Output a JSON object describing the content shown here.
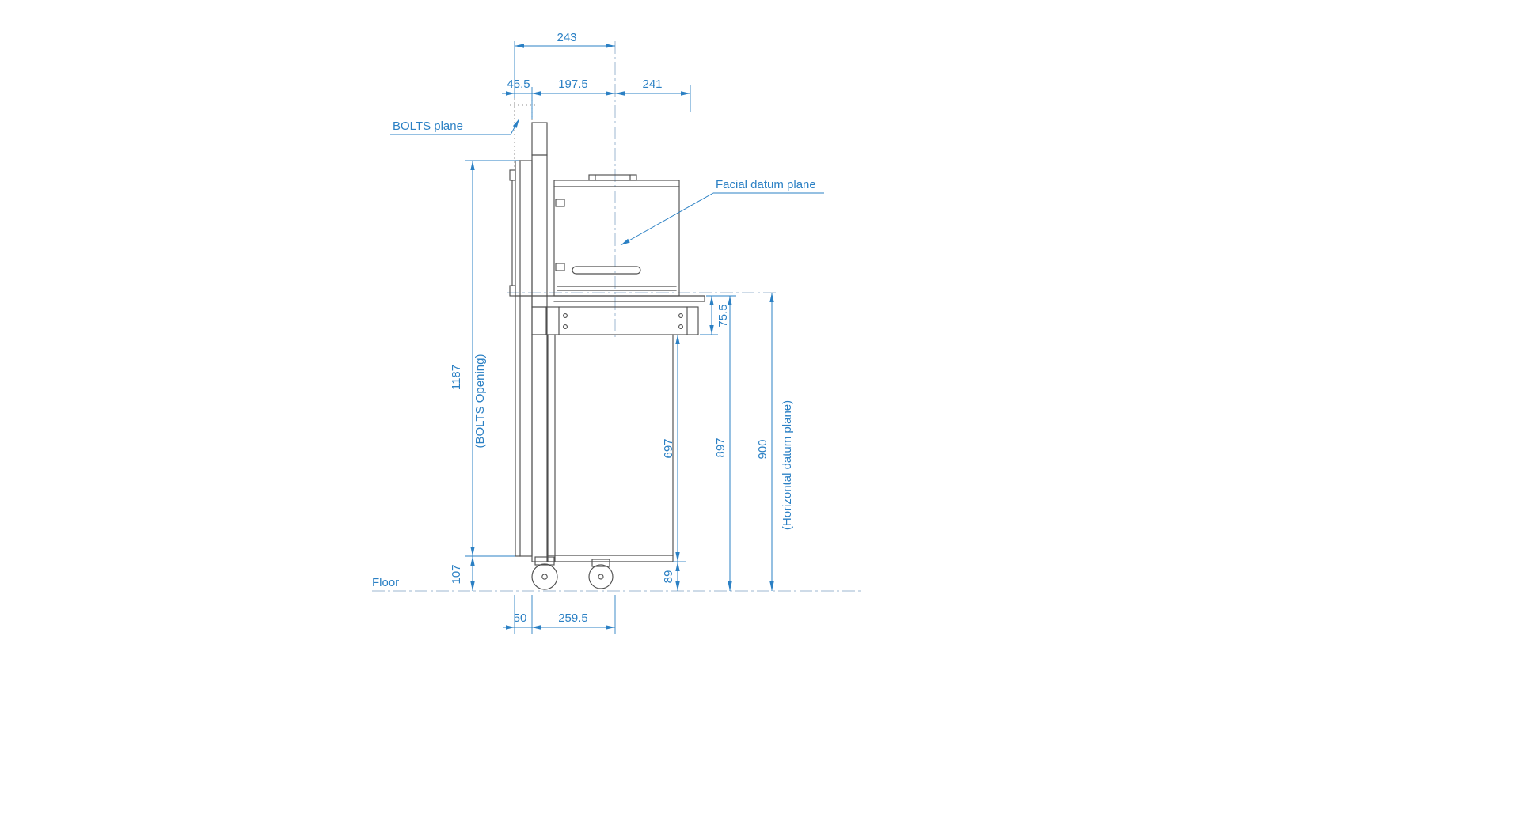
{
  "colors": {
    "dimension": "#2b80c4",
    "drawing": "#4f4f4f",
    "centerline": "#9db7d2",
    "dotted": "#8f8f8f",
    "background": "#ffffff"
  },
  "labels": {
    "bolts_plane": "BOLTS plane",
    "facial_datum_plane": "Facial datum plane",
    "floor": "Floor"
  },
  "dimensions": {
    "top_width": "243",
    "bolts_to_front": "45.5",
    "front_to_datum": "197.5",
    "datum_to_rear": "241",
    "bolts_opening_height": "1187",
    "bolts_opening_note": "(BOLTS Opening)",
    "panel_bottom_to_floor": "107",
    "shelf_thickness": "75.5",
    "cabinet_height": "697",
    "caster_height": "89",
    "shelf_top_to_floor": "897",
    "datum_to_floor": "900",
    "horizontal_datum_note": "(Horizontal datum plane)",
    "base_front_offset": "50",
    "base_depth": "259.5"
  }
}
